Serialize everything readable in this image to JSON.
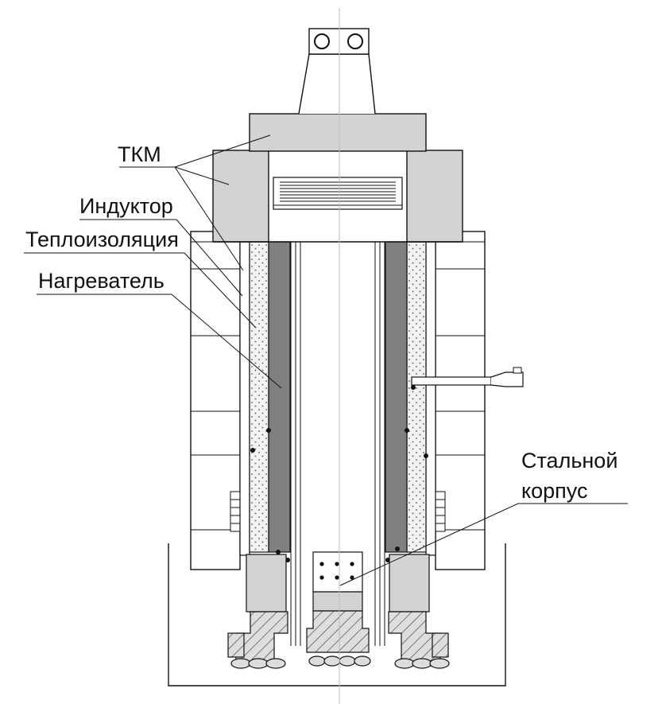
{
  "labels": {
    "tkm": "ТКМ",
    "inductor": "Индуктор",
    "insulation": "Теплоизоляция",
    "heater": "Нагреватель",
    "steel_case_line1": "Стальной",
    "steel_case_line2": "корпус"
  },
  "colors": {
    "tkm_gray": "#d3d3d3",
    "heater_dark": "#808080",
    "insulation_fill": "#eeeeee",
    "outline": "#111111",
    "axis": "#bbbbbb"
  }
}
